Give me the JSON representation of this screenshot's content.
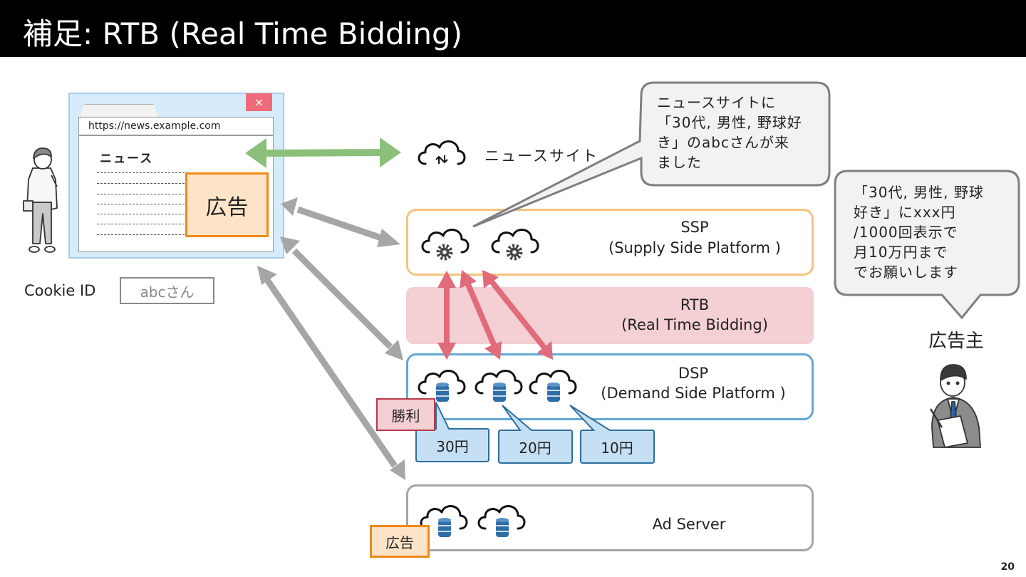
{
  "title": "補足: RTB (Real Time Bidding)",
  "slide_number": "20",
  "browser": {
    "url": "https://news.example.com",
    "close_symbol": "×",
    "page_heading": "ニュース",
    "ad_label": "広告"
  },
  "cookie": {
    "label": "Cookie ID",
    "value": "abcさん"
  },
  "news_site": {
    "label": "ニュースサイト"
  },
  "ssp": {
    "title": "SSP",
    "subtitle": "(Supply Side Platform )"
  },
  "rtb": {
    "title": "RTB",
    "subtitle": "(Real Time Bidding)"
  },
  "dsp": {
    "title": "DSP",
    "subtitle": "(Demand Side Platform )"
  },
  "ad_server": {
    "title": "Ad Server",
    "ad_tag": "広告"
  },
  "winner_tag": "勝利",
  "bids": [
    "30円",
    "20円",
    "10円"
  ],
  "ssp_bubble": [
    "ニュースサイトに",
    "「30代, 男性, 野球好",
    "き」のabcさんが来",
    "ました"
  ],
  "advertiser_bubble": [
    "「30代, 男性, 野球",
    "好き」にxxx円",
    "/1000回表示で",
    "月10万円まで",
    "でお願いします"
  ],
  "advertiser": {
    "label": "広告主"
  },
  "colors": {
    "green_arrow": "#8cc07a",
    "gray_arrow": "#a6a6a6",
    "red_arrow": "#e06b79",
    "ssp_border": "#f6c27e",
    "dsp_border": "#62a7d6",
    "rtb_fill": "#f4cfd4",
    "ad_orange": "#f08a18"
  },
  "icons": [
    "cloud-upload-download-icon",
    "cloud-gear-icon",
    "cloud-database-icon",
    "person-icon",
    "businessman-icon"
  ]
}
